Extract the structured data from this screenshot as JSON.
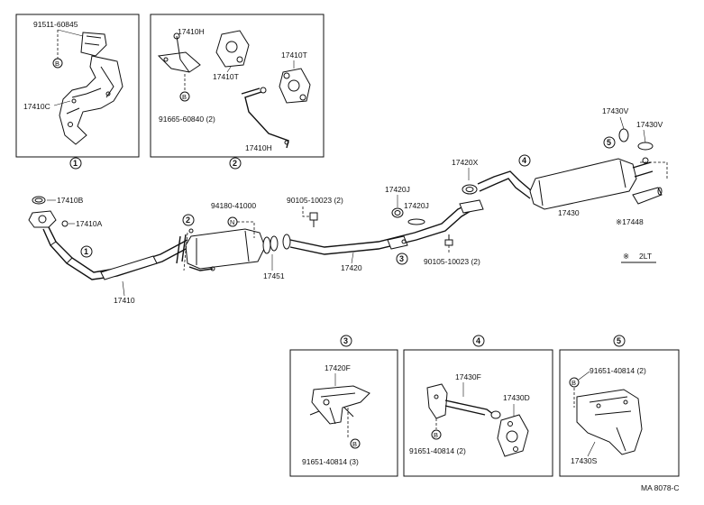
{
  "labels": {
    "p91511_60845": "91511-60845",
    "p17410C": "17410C",
    "p17410H_top": "17410H",
    "p17410T_a": "17410T",
    "p17410T_b": "17410T",
    "p91665_60840": "91665-60840 (2)",
    "p17410H_bot": "17410H",
    "p17410B": "17410B",
    "p17410A": "17410A",
    "p17410": "17410",
    "p94180_41000": "94180-41000",
    "p90105_10023_top": "90105-10023 (2)",
    "p17451": "17451",
    "p17420": "17420",
    "p17420J_a": "17420J",
    "p17420J_b": "17420J",
    "p90105_10023_bot": "90105-10023 (2)",
    "p17420X": "17420X",
    "p17430": "17430",
    "p17430V_a": "17430V",
    "p17430V_b": "17430V",
    "p17448": "※17448",
    "legend_2lt": "2LT",
    "legend_mark": "※",
    "p17420F": "17420F",
    "p91651_40814_3": "91651-40814 (3)",
    "p17430F": "17430F",
    "p17430D": "17430D",
    "p91651_40814_2a": "91651-40814 (2)",
    "p91651_40814_2b": "91651-40814 (2)",
    "p17430S": "17430S",
    "footer_code": "MA 8078-C"
  },
  "markers": {
    "bolt_b": "B",
    "nut_n": "N"
  },
  "callouts": {
    "c1": "1",
    "c2": "2",
    "c3": "3",
    "c4": "4",
    "c5": "5"
  }
}
